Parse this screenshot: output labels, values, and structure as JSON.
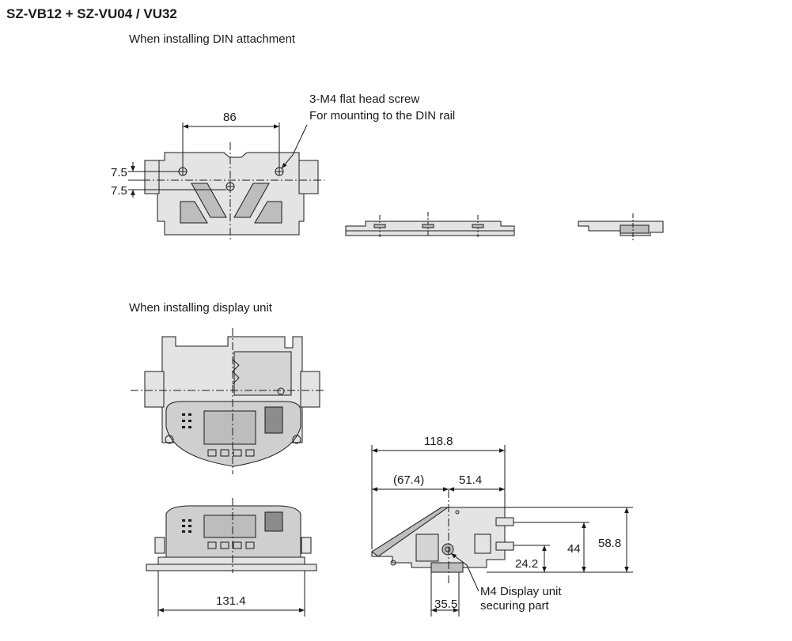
{
  "title": "SZ-VB12 + SZ-VU04 / VU32",
  "sections": {
    "din": {
      "label": "When installing DIN attachment"
    },
    "display": {
      "label": "When installing display unit"
    }
  },
  "din_view": {
    "dim_width": "86",
    "dim_offset_top": "7.5",
    "dim_offset_bottom": "7.5",
    "callout_line1": "3-M4 flat head screw",
    "callout_line2": "For mounting to the DIN rail"
  },
  "display_view": {
    "dim_bottom_width": "131.4",
    "dim_overall_depth": "118.8",
    "dim_front_depth": "(67.4)",
    "dim_rear_depth": "51.4",
    "dim_height_total": "58.8",
    "dim_height_44": "44",
    "dim_height_24": "24.2",
    "dim_bottom_35": "35.5",
    "callout_line1": "M4 Display unit",
    "callout_line2": "securing part"
  },
  "colors": {
    "line": "#1a1a1a",
    "body_fill": "#e4e4e4",
    "shadow_fill": "#bdbdbd",
    "dark_fill": "#8c8c8c"
  }
}
